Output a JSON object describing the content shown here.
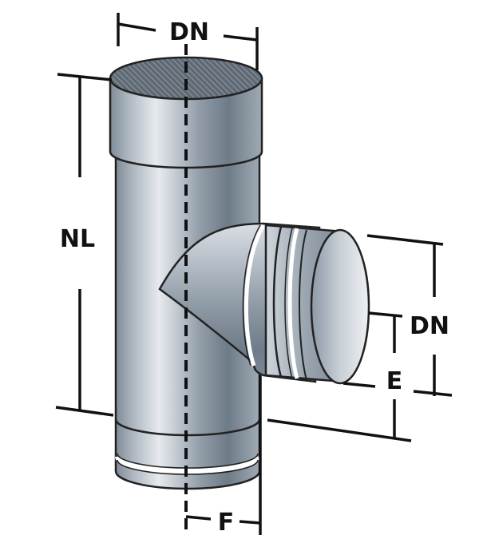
{
  "diagram": {
    "labels": {
      "top_diameter": "DN",
      "nominal_length": "NL",
      "branch_diameter": "DN",
      "branch_height": "E",
      "offset": "F"
    }
  }
}
